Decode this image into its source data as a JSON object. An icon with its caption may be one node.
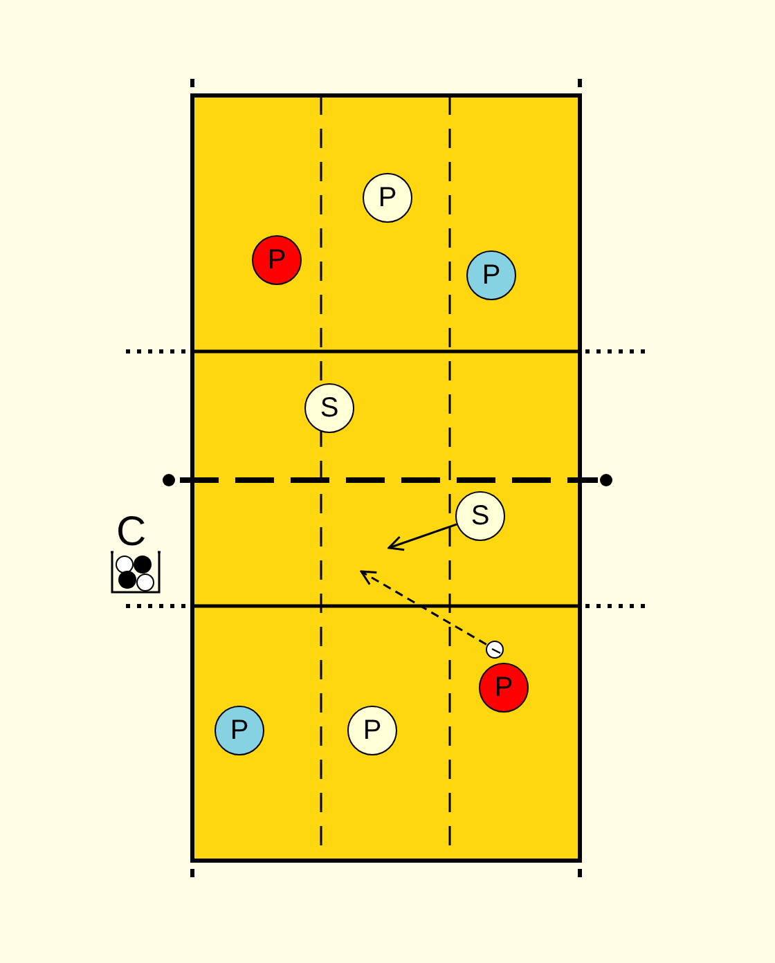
{
  "diagram": {
    "nodes": [
      {
        "text": [
          "P"
        ]
      },
      {
        "text": [
          "P"
        ]
      },
      {
        "text": [
          "P"
        ]
      },
      {
        "text": [
          "S"
        ]
      },
      {
        "text": [
          "S"
        ]
      },
      {
        "text": [],
        "shape": "circle"
      },
      {
        "text": [
          "P"
        ]
      },
      {
        "text": [
          "P"
        ]
      },
      {
        "text": [
          "P"
        ]
      }
    ],
    "edges": [
      {
        "from": 4,
        "to": null,
        "arrow": "to"
      },
      {
        "from": 5,
        "to": null,
        "arrow": "to",
        "style": "dashed"
      }
    ],
    "labels": [
      "C"
    ]
  }
}
